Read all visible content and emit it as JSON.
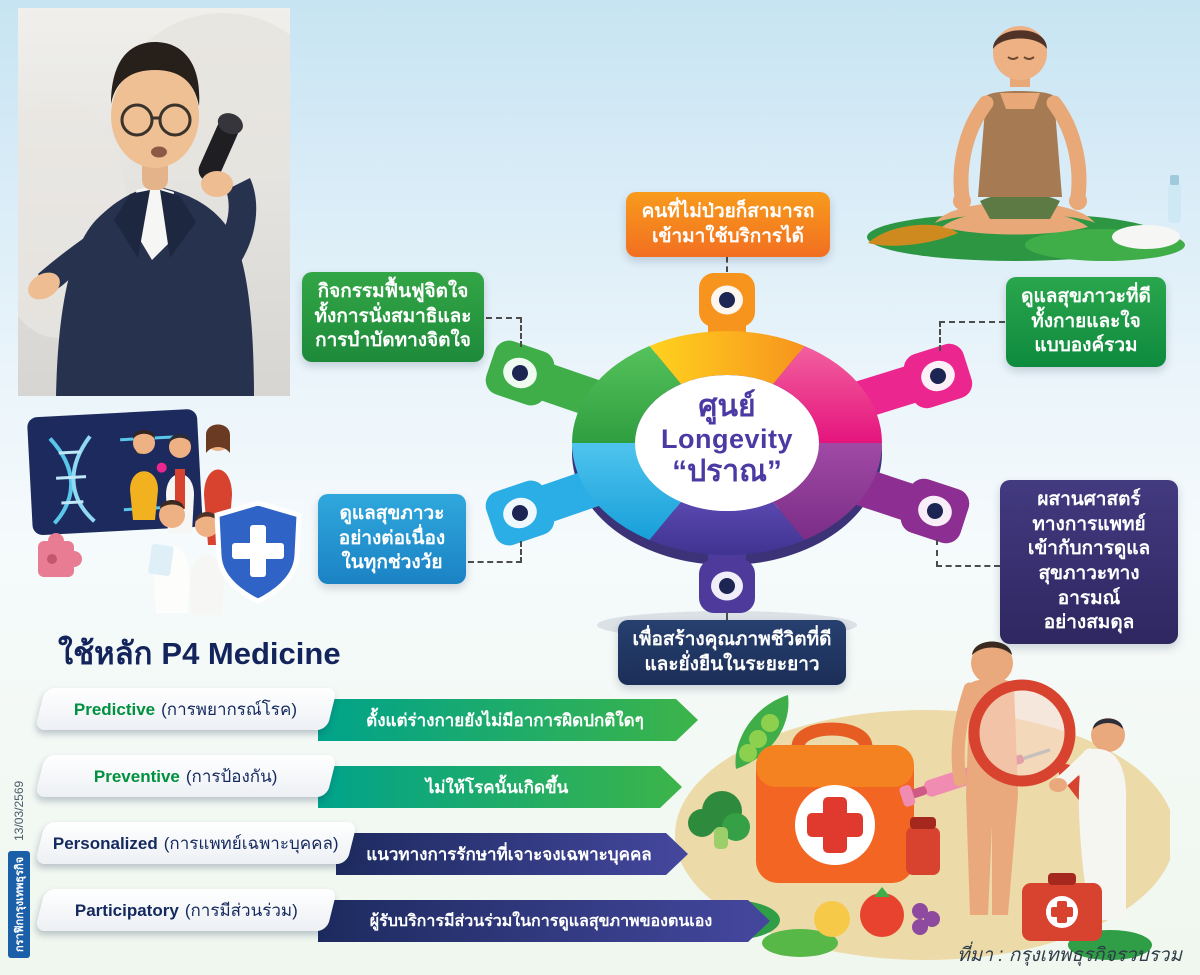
{
  "hub": {
    "center": {
      "line1": "ศูนย์",
      "line2": "Longevity",
      "line3": "“ปราณ”"
    },
    "callouts": {
      "top": "คนที่ไม่ป่วยก็สามารถ\nเข้ามาใช้บริการได้",
      "upper_left": "กิจกรรมฟื้นฟูจิตใจ\nทั้งการนั่งสมาธิและ\nการบำบัดทางจิตใจ",
      "upper_right": "ดูแลสุขภาวะที่ดี\nทั้งกายและใจ\nแบบองค์รวม",
      "lower_left": "ดูแลสุขภาวะ\nอย่างต่อเนื่อง\nในทุกช่วงวัย",
      "lower_right": "ผสานศาสตร์\nทางการแพทย์\nเข้ากับการดูแล\nสุขภาวะทางอารมณ์\nอย่างสมดุล",
      "bottom": "เพื่อสร้างคุณภาพชีวิตที่ดี\nและยั่งยืนในระยะยาว"
    }
  },
  "p4": {
    "heading_thai": "ใช้หลัก",
    "heading_en": "P4 Medicine",
    "rows": [
      {
        "en": "Predictive",
        "thai": "(การพยากรณ์โรค)",
        "desc": "ตั้งแต่ร่างกายยังไม่มีอาการผิดปกติใดๆ",
        "theme": "green"
      },
      {
        "en": "Preventive",
        "thai": "(การป้องกัน)",
        "desc": "ไม่ให้โรคนั้นเกิดขึ้น",
        "theme": "green"
      },
      {
        "en": "Personalized",
        "thai": "(การแพทย์เฉพาะบุคคล)",
        "desc": "แนวทางการรักษาที่เจาะจงเฉพาะบุคคล",
        "theme": "navy"
      },
      {
        "en": "Participatory",
        "thai": "(การมีส่วนร่วม)",
        "desc": "ผู้รับบริการมีส่วนร่วมในการดูแลสุขภาพของตนเอง",
        "theme": "navy"
      }
    ]
  },
  "sidebar": {
    "date": "13/03/2569",
    "credit": "กราฟิกกรุงเทพธุรกิจ"
  },
  "footer": {
    "source": "ที่มา : กรุงเทพธุรกิจรวบรวม"
  },
  "colors": {
    "wheel_orange": "#f7941d",
    "wheel_pink": "#ec268f",
    "wheel_purple": "#8d2f92",
    "wheel_indigo": "#4d3a9b",
    "wheel_cyan": "#2aaee5",
    "wheel_green": "#3fae49",
    "navy": "#1d2b5f",
    "green": "#00a14b"
  }
}
